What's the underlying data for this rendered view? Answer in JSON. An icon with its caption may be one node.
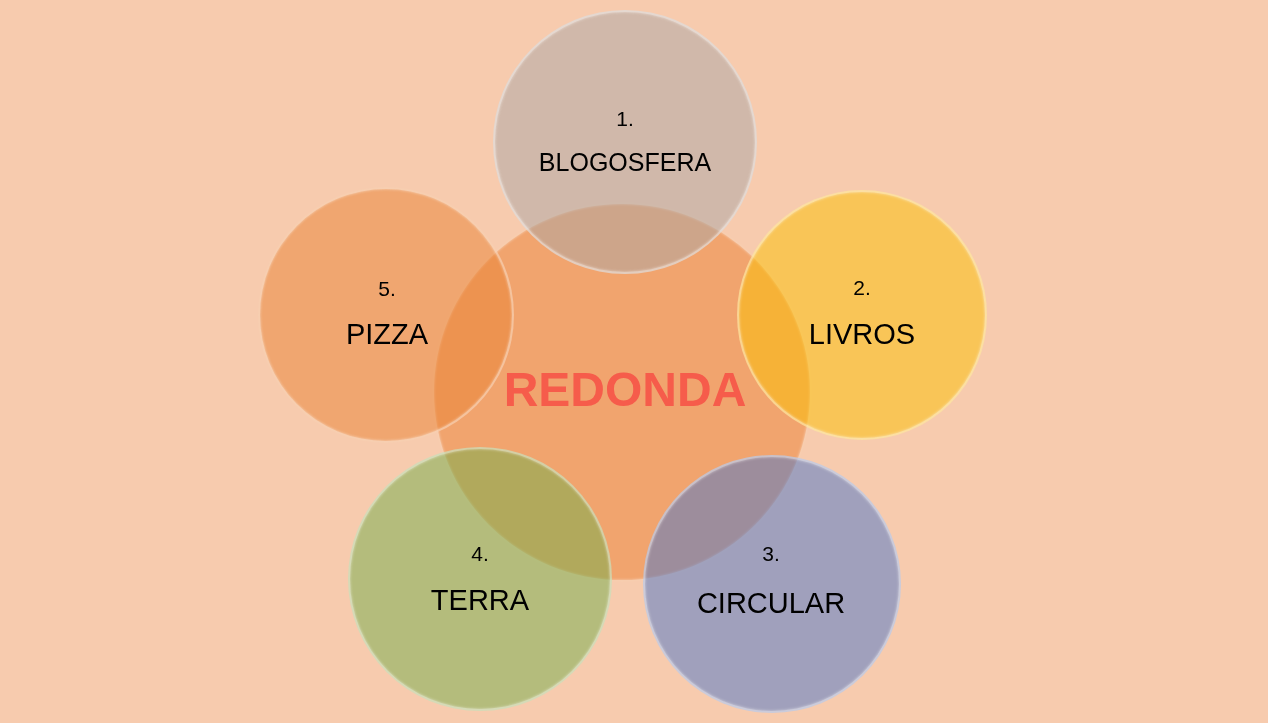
{
  "diagram": {
    "nodes": [
      {
        "text": [
          "REDONDA"
        ]
      },
      {
        "text": [
          "1.",
          "BLOGOSFERA"
        ]
      },
      {
        "text": [
          "2.",
          "LIVROS"
        ]
      },
      {
        "text": [
          "3.",
          "CIRCULAR"
        ]
      },
      {
        "text": [
          "4.",
          "TERRA"
        ]
      },
      {
        "text": [
          "5.",
          "PIZZA"
        ]
      }
    ]
  }
}
